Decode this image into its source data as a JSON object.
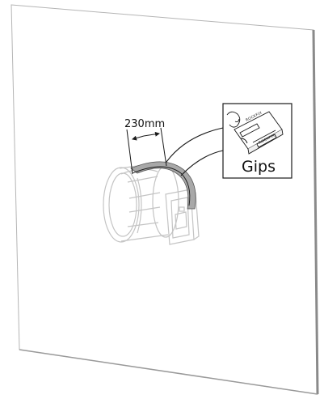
{
  "dimension": {
    "label": "230mm"
  },
  "callout": {
    "label": "Gips",
    "bag_print": "ROCKFIX"
  },
  "colors": {
    "line": "#1a1a1a",
    "wall_shadow": "#8a8a8a",
    "plaster_band": "#a8a8a8",
    "damper_line": "#c4c4c4"
  }
}
